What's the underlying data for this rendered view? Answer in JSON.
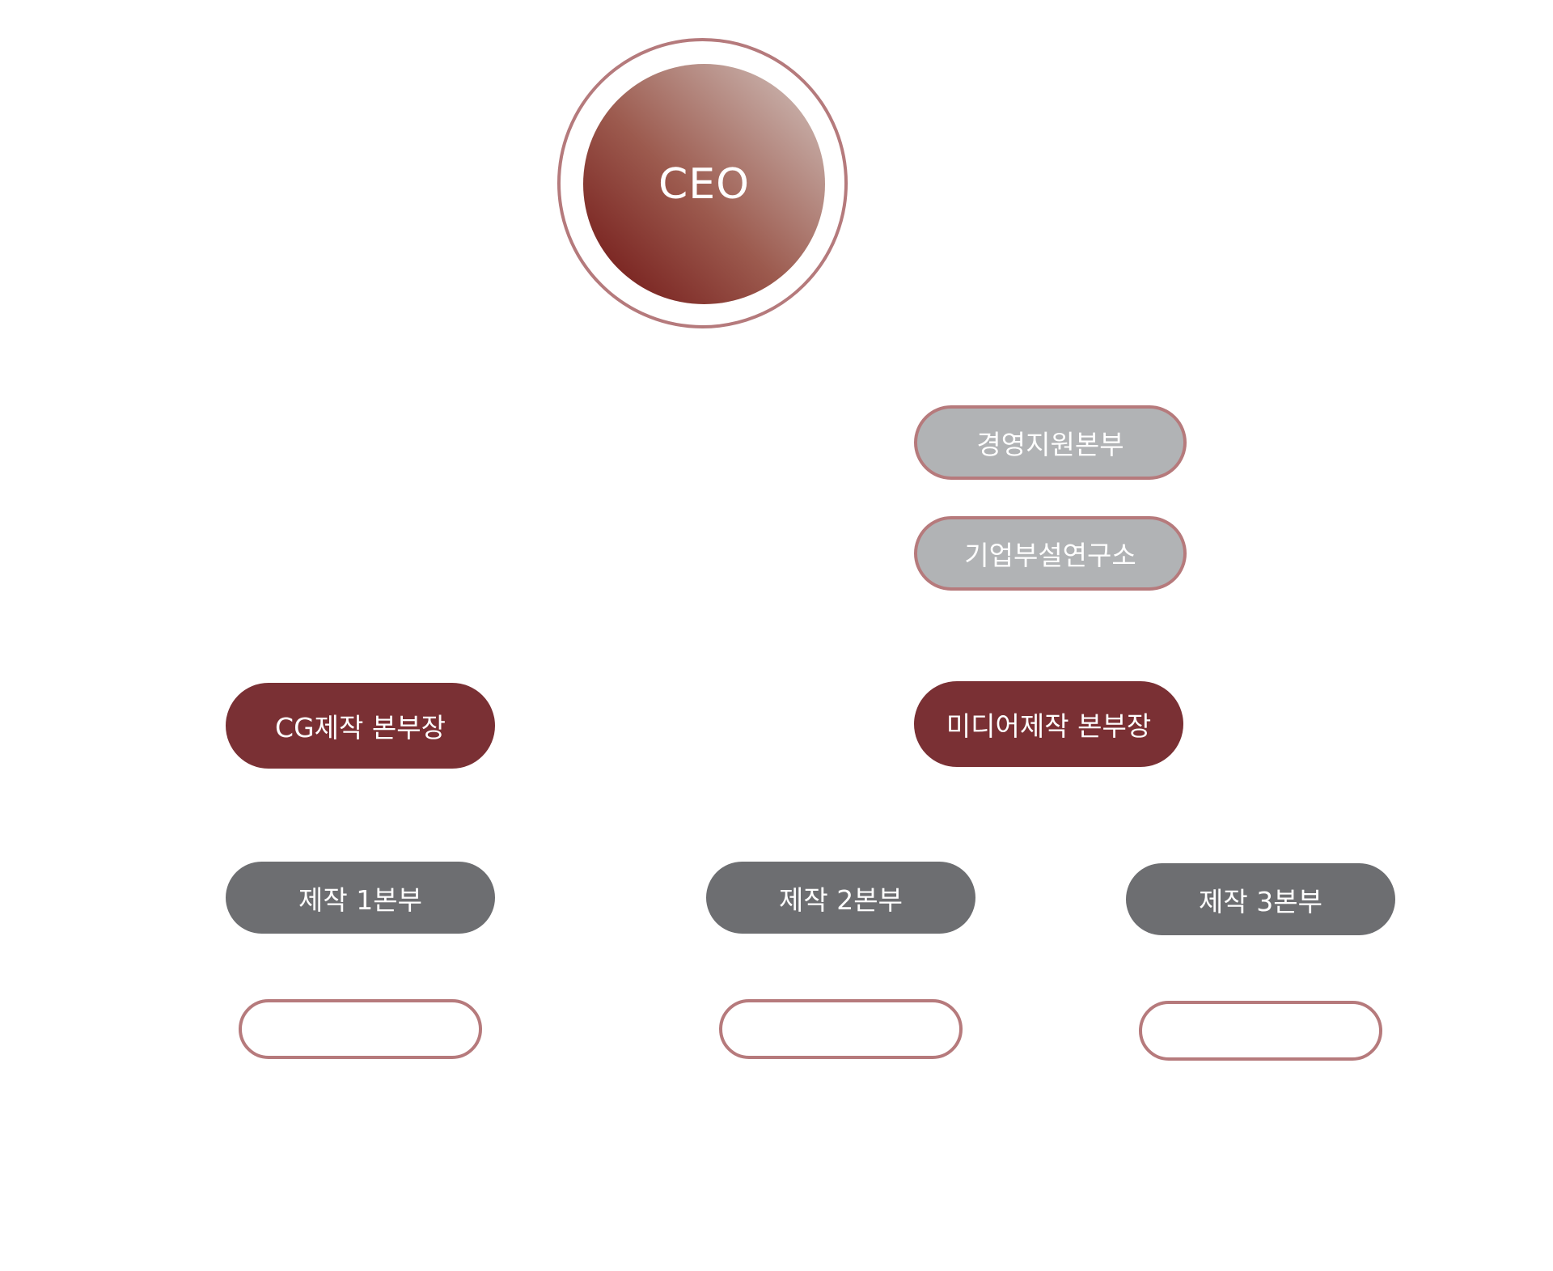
{
  "org_chart": {
    "ceo": {
      "label": "CEO"
    },
    "support_units": [
      {
        "label": "경영지원본부"
      },
      {
        "label": "기업부설연구소"
      }
    ],
    "division_heads": [
      {
        "label": "CG제작 본부장"
      },
      {
        "label": "미디어제작 본부장"
      }
    ],
    "departments": [
      {
        "label": "제작 1본부"
      },
      {
        "label": "제작 2본부"
      },
      {
        "label": "제작 3본부"
      }
    ],
    "colors": {
      "ring": "#b57a7c",
      "head": "#7a3034",
      "department": "#6d6e71",
      "support": "#b1b3b5"
    }
  }
}
